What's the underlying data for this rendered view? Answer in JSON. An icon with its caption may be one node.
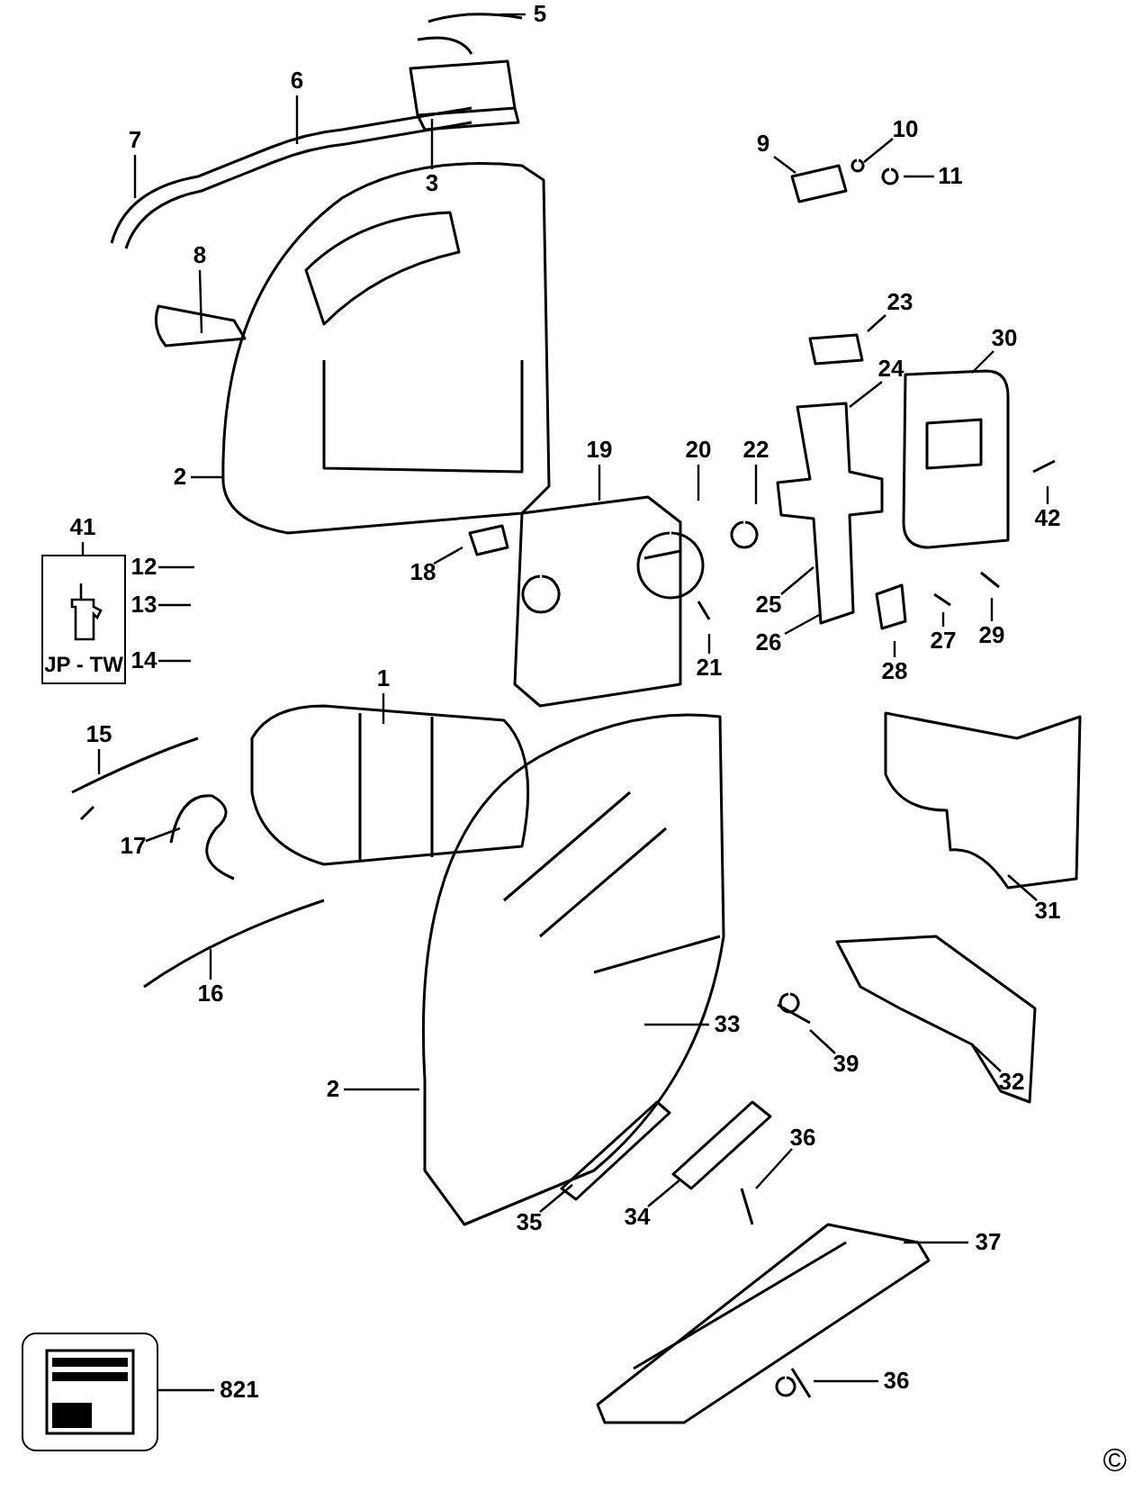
{
  "diagram": {
    "nodes": [
      {
        "text": [
          "5"
        ]
      },
      {
        "text": [
          "6"
        ]
      },
      {
        "text": [
          "3"
        ]
      },
      {
        "text": [
          "7"
        ]
      },
      {
        "text": [
          "10"
        ]
      },
      {
        "text": [
          "9"
        ]
      },
      {
        "text": [
          "11"
        ]
      },
      {
        "text": [
          "8"
        ]
      },
      {
        "text": [
          "23"
        ]
      },
      {
        "text": [
          "30"
        ]
      },
      {
        "text": [
          "24"
        ]
      },
      {
        "text": [
          "2"
        ]
      },
      {
        "text": [
          "19"
        ]
      },
      {
        "text": [
          "20"
        ]
      },
      {
        "text": [
          "22"
        ]
      },
      {
        "text": [
          "42"
        ]
      },
      {
        "text": [
          "41"
        ]
      },
      {
        "text": [
          "JP - TW"
        ]
      },
      {
        "text": [
          "12"
        ]
      },
      {
        "text": [
          "18"
        ]
      },
      {
        "text": [
          "13"
        ]
      },
      {
        "text": [
          "25"
        ]
      },
      {
        "text": [
          "29"
        ]
      },
      {
        "text": [
          "27"
        ]
      },
      {
        "text": [
          "26"
        ]
      },
      {
        "text": [
          "28"
        ]
      },
      {
        "text": [
          "21"
        ]
      },
      {
        "text": [
          "14"
        ]
      },
      {
        "text": [
          "1"
        ]
      },
      {
        "text": [
          "15"
        ]
      },
      {
        "text": [
          "17"
        ]
      },
      {
        "text": [
          "31"
        ]
      },
      {
        "text": [
          "16"
        ]
      },
      {
        "text": [
          "33"
        ]
      },
      {
        "text": [
          "39"
        ]
      },
      {
        "text": [
          "32"
        ]
      },
      {
        "text": [
          "2"
        ]
      },
      {
        "text": [
          "36"
        ]
      },
      {
        "text": [
          "35"
        ]
      },
      {
        "text": [
          "34"
        ]
      },
      {
        "text": [
          "37"
        ]
      },
      {
        "text": [],
        "shape": "picture"
      },
      {
        "text": [
          "821"
        ]
      },
      {
        "text": [
          "36"
        ]
      }
    ],
    "edges": [
      {
        "from": 0,
        "to": null,
        "arrow": "none"
      },
      {
        "from": 1,
        "to": null,
        "arrow": "none"
      },
      {
        "from": 2,
        "to": null,
        "arrow": "none"
      },
      {
        "from": 3,
        "to": null,
        "arrow": "none"
      },
      {
        "from": 4,
        "to": null,
        "arrow": "none"
      },
      {
        "from": 5,
        "to": null,
        "arrow": "none"
      },
      {
        "from": 6,
        "to": null,
        "arrow": "none"
      },
      {
        "from": 7,
        "to": null,
        "arrow": "none"
      },
      {
        "from": 8,
        "to": null,
        "arrow": "none"
      },
      {
        "from": 9,
        "to": null,
        "arrow": "none"
      },
      {
        "from": 10,
        "to": null,
        "arrow": "none"
      },
      {
        "from": 11,
        "to": null,
        "arrow": "none"
      },
      {
        "from": 12,
        "to": null,
        "arrow": "none"
      },
      {
        "from": 13,
        "to": null,
        "arrow": "none"
      },
      {
        "from": 14,
        "to": null,
        "arrow": "none"
      },
      {
        "from": 15,
        "to": null,
        "arrow": "none"
      },
      {
        "from": 16,
        "to": 17,
        "arrow": "none"
      },
      {
        "from": 18,
        "to": null,
        "arrow": "none"
      },
      {
        "from": 19,
        "to": null,
        "arrow": "none"
      },
      {
        "from": 20,
        "to": null,
        "arrow": "none"
      },
      {
        "from": 21,
        "to": null,
        "arrow": "none"
      },
      {
        "from": 22,
        "to": null,
        "arrow": "none"
      },
      {
        "from": 23,
        "to": null,
        "arrow": "none"
      },
      {
        "from": 24,
        "to": null,
        "arrow": "none"
      },
      {
        "from": 25,
        "to": null,
        "arrow": "none"
      },
      {
        "from": 26,
        "to": null,
        "arrow": "none"
      },
      {
        "from": 27,
        "to": null,
        "arrow": "none"
      },
      {
        "from": 28,
        "to": null,
        "arrow": "none"
      },
      {
        "from": 29,
        "to": null,
        "arrow": "none"
      },
      {
        "from": 30,
        "to": null,
        "arrow": "none"
      },
      {
        "from": 31,
        "to": null,
        "arrow": "none"
      },
      {
        "from": 32,
        "to": null,
        "arrow": "none"
      },
      {
        "from": 33,
        "to": null,
        "arrow": "none"
      },
      {
        "from": 34,
        "to": null,
        "arrow": "none"
      },
      {
        "from": 35,
        "to": null,
        "arrow": "none"
      },
      {
        "from": 36,
        "to": null,
        "arrow": "none"
      },
      {
        "from": 37,
        "to": null,
        "arrow": "none"
      },
      {
        "from": 38,
        "to": null,
        "arrow": "none"
      },
      {
        "from": 39,
        "to": null,
        "arrow": "none"
      },
      {
        "from": 40,
        "to": null,
        "arrow": "none"
      },
      {
        "from": 42,
        "to": 41,
        "arrow": "none"
      },
      {
        "from": 43,
        "to": null,
        "arrow": "none"
      }
    ],
    "labels": [
      "©"
    ]
  }
}
